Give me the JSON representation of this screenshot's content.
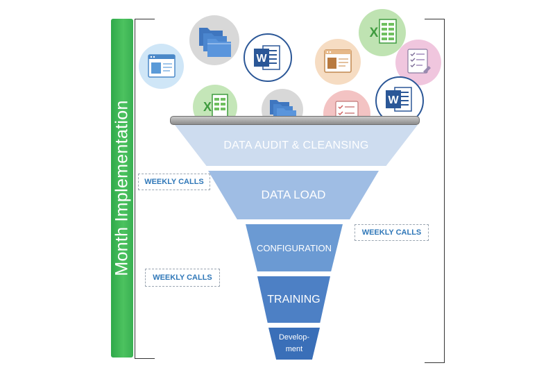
{
  "sidebar": {
    "label": "Month Implementation",
    "color": "#3cb553"
  },
  "funnel": {
    "stages": [
      {
        "label": "DATA AUDIT & CLEANSING",
        "color": "#cddcef"
      },
      {
        "label": "DATA LOAD",
        "color": "#9fbde4"
      },
      {
        "label": "CONFIGURATION",
        "color": "#6b9ad3"
      },
      {
        "label": "TRAINING",
        "color": "#4d80c5"
      },
      {
        "label_line1": "Develop-",
        "label_line2": "ment",
        "color": "#3a6fb8"
      }
    ]
  },
  "callouts": [
    "WEEKLY CALLS",
    "WEEKLY CALLS",
    "WEEKLY CALLS"
  ],
  "icons": {
    "word_letter": "W",
    "excel_letter": "X",
    "items": [
      "window-icon",
      "folders-icon",
      "word-icon",
      "excel-icon",
      "folders-icon",
      "checklist-icon",
      "window-icon",
      "excel-icon",
      "checklist-icon",
      "word-icon"
    ]
  }
}
